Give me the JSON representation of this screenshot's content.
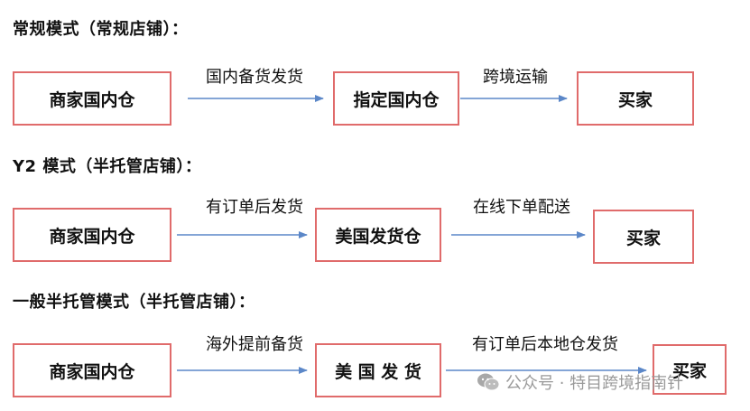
{
  "colors": {
    "box_border": "#e06b6b",
    "arrow": "#5b87c8",
    "text": "#111111",
    "watermark": "#9a9a9a"
  },
  "sections": [
    {
      "heading": "常规模式（常规店铺）：",
      "boxes": [
        "商家国内仓",
        "指定国内仓",
        "买家"
      ],
      "edges": [
        "国内备货发货",
        "跨境运输"
      ]
    },
    {
      "heading": "Y2 模式（半托管店铺）：",
      "boxes": [
        "商家国内仓",
        "美国发货仓",
        "买家"
      ],
      "edges": [
        "有订单后发货",
        "在线下单配送"
      ]
    },
    {
      "heading": "一般半托管模式（半托管店铺）：",
      "boxes": [
        "商家国内仓",
        "美 国 发 货",
        "买家"
      ],
      "edges": [
        "海外提前备货",
        "有订单后本地仓发货"
      ]
    }
  ],
  "watermark": {
    "icon": "wechat-icon",
    "text": "公众号 · 特目跨境指南针"
  }
}
